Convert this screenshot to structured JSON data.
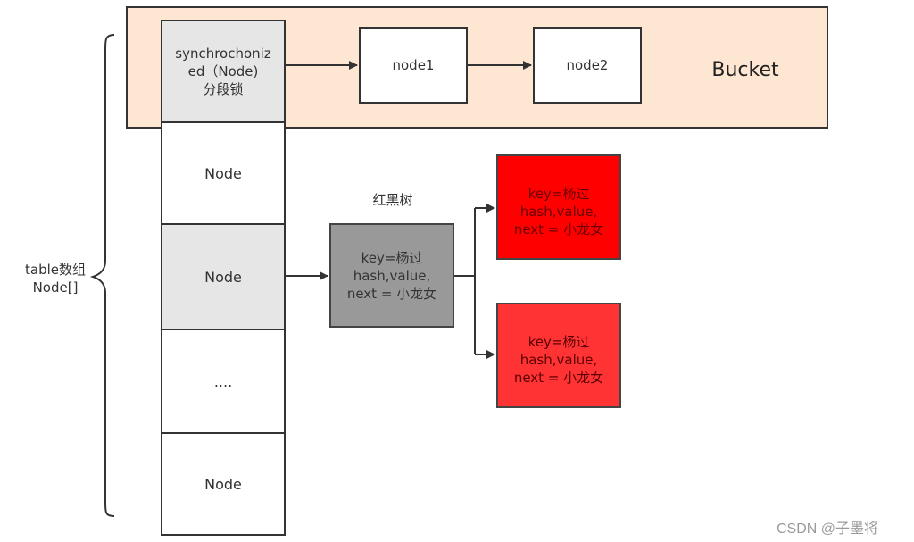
{
  "bucket": {
    "label": "Bucket",
    "lock_text_line1": "synchrochoniz",
    "lock_text_line2": "ed（Node)",
    "lock_text_line3": "分段锁",
    "node1": "node1",
    "node2": "node2"
  },
  "table": {
    "label_line1": "table数组",
    "label_line2": "Node[]",
    "cells": [
      "Node",
      "Node",
      "....",
      "Node"
    ]
  },
  "tree": {
    "label": "红黑树",
    "root": {
      "line1": "key=杨过",
      "line2": "hash,value,",
      "line3": "next = 小龙女"
    },
    "child1": {
      "line1": "key=杨过",
      "line2": "hash,value,",
      "line3": "next = 小龙女"
    },
    "child2": {
      "line1": "key=杨过",
      "line2": "hash,value,",
      "line3": "next = 小龙女"
    }
  },
  "watermark": "CSDN @子墨将",
  "colors": {
    "bucket_fill": "#fde6d2",
    "grey_cell": "#e6e6e6",
    "root_fill": "#999999",
    "red1": "#ff0000",
    "red2": "#ff3333"
  }
}
